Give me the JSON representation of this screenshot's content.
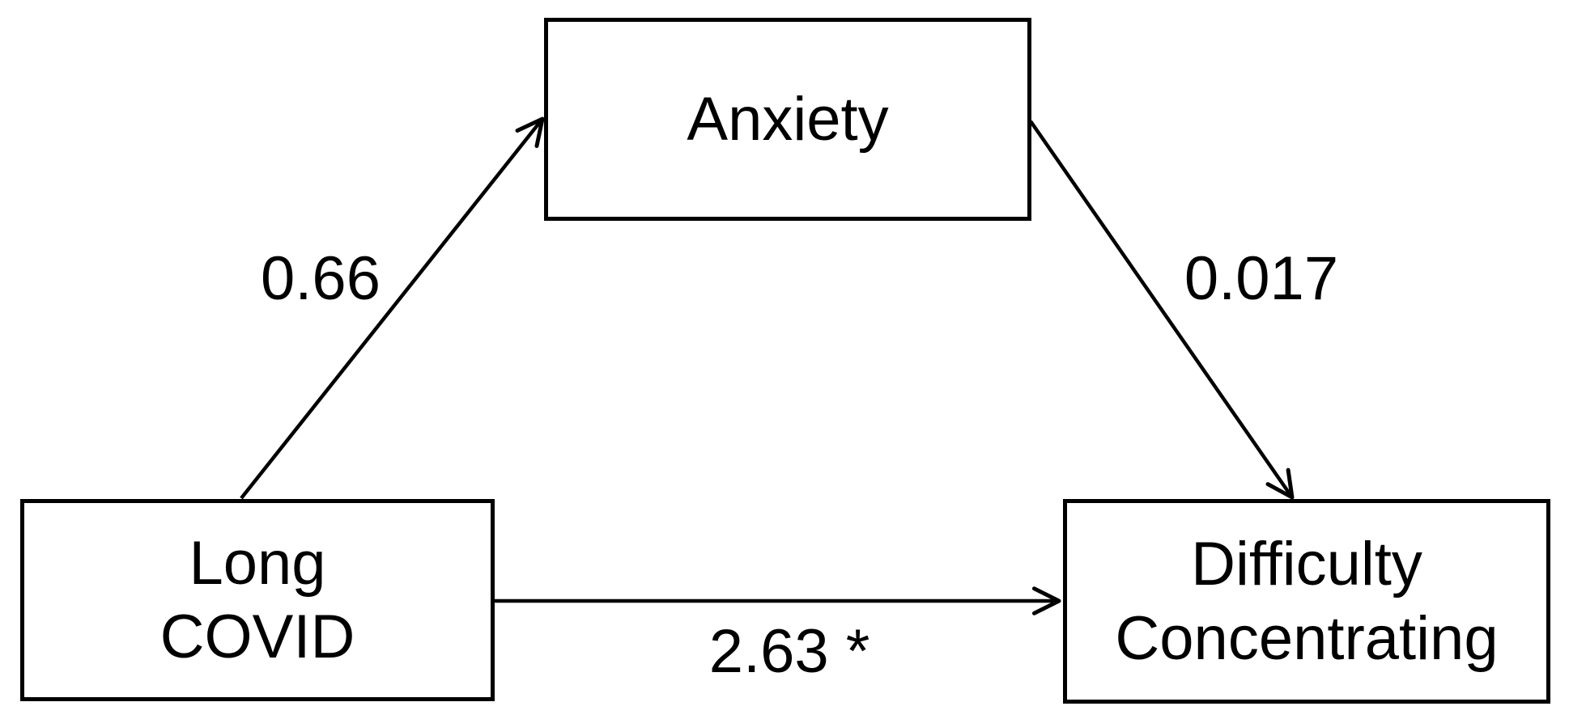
{
  "diagram": {
    "type": "mediation-path-model",
    "background_color": "#ffffff",
    "stroke_color": "#000000",
    "nodes": [
      {
        "id": "long-covid",
        "role": "predictor",
        "label": "Long\nCOVID"
      },
      {
        "id": "anxiety",
        "role": "mediator",
        "label": "Anxiety"
      },
      {
        "id": "difficulty-concentrating",
        "role": "outcome",
        "label": "Difficulty\nConcentrating"
      }
    ],
    "paths": [
      {
        "id": "long-covid-to-anxiety",
        "from": "Long COVID",
        "to": "Anxiety",
        "label": "0.66"
      },
      {
        "id": "anxiety-to-difficulty-concentrating",
        "from": "Anxiety",
        "to": "Difficulty Concentrating",
        "label": "0.017"
      },
      {
        "id": "long-covid-to-difficulty-concentrating",
        "from": "Long COVID",
        "to": "Difficulty Concentrating",
        "label": "2.63 *"
      }
    ]
  }
}
